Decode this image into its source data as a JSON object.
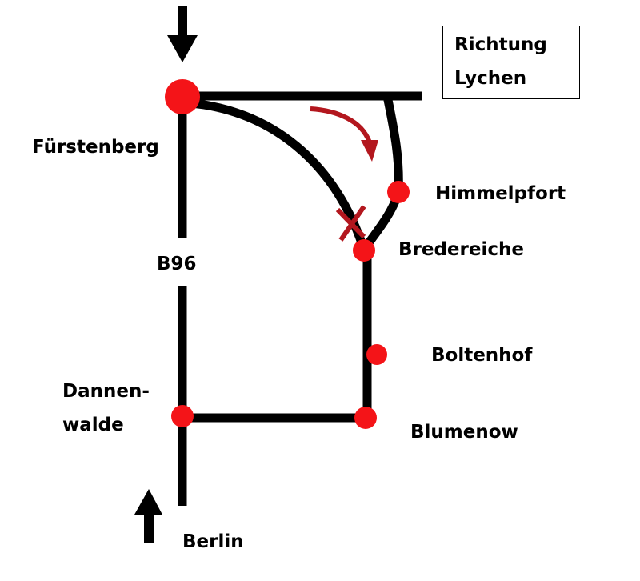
{
  "colors": {
    "road": "#000000",
    "stop": "#f41418",
    "closure": "#b3171e",
    "background": "#ffffff"
  },
  "destination_box": {
    "line1": "Richtung",
    "line2": "Lychen"
  },
  "road_label": "B96",
  "places": {
    "fuerstenberg": "Fürstenberg",
    "himmelpfort": "Himmelpfort",
    "bredereiche": "Bredereiche",
    "boltenhof": "Boltenhof",
    "dannenwalde_1": "Dannen-",
    "dannenwalde_2": "walde",
    "blumenow": "Blumenow",
    "berlin": "Berlin"
  },
  "icons": {
    "top_arrow": "arrow-down-icon",
    "bottom_arrow": "arrow-up-icon",
    "closure": "closure-cross-icon",
    "detour": "curved-arrow-icon"
  }
}
